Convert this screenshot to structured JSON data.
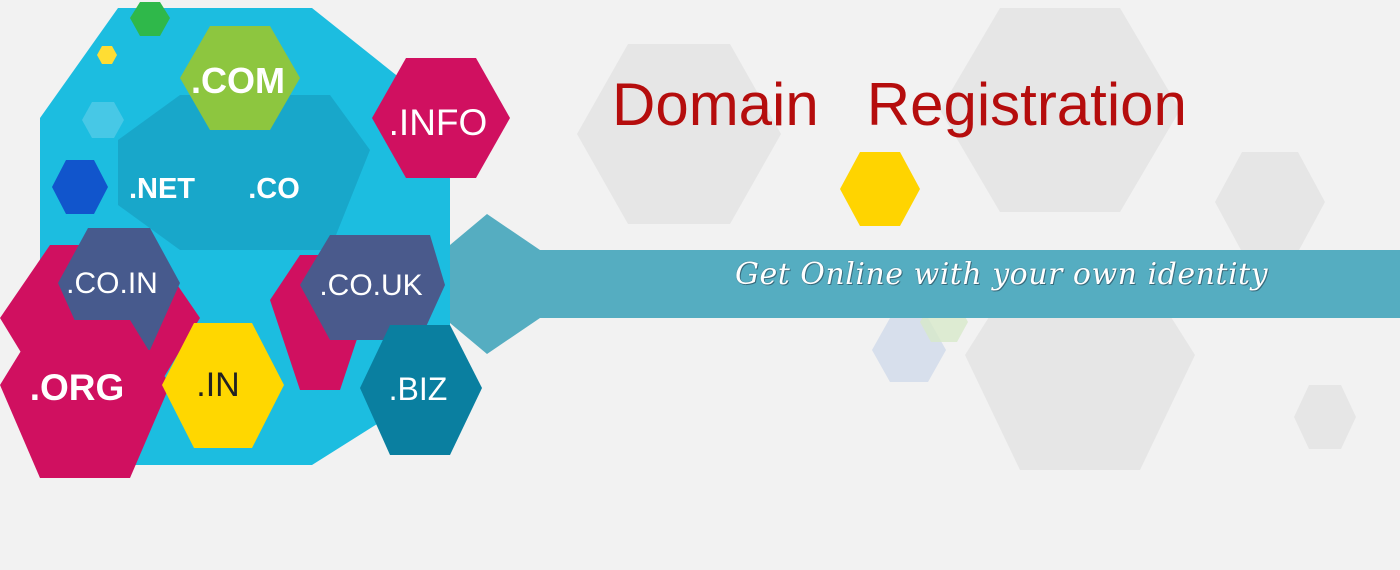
{
  "banner": {
    "title_word_1": "Domain",
    "title_word_2": "Registration",
    "tagline": "Get Online with your own identity"
  },
  "domains": {
    "com": ".COM",
    "info": ".INFO",
    "net": ".NET",
    "co": ".CO",
    "co_in": ".CO.IN",
    "co_uk": ".CO.UK",
    "org": ".ORG",
    "in": ".IN",
    "biz": ".BIZ"
  },
  "colors": {
    "title": "#b50d0d",
    "stripe": "#55adc1",
    "cyan": "#1cbde0",
    "green": "#8dc63f",
    "magenta": "#d01060",
    "yellow": "#ffd700",
    "teal": "#0a7fa0",
    "slate": "#4a5a8c",
    "blue": "#1155cc"
  }
}
